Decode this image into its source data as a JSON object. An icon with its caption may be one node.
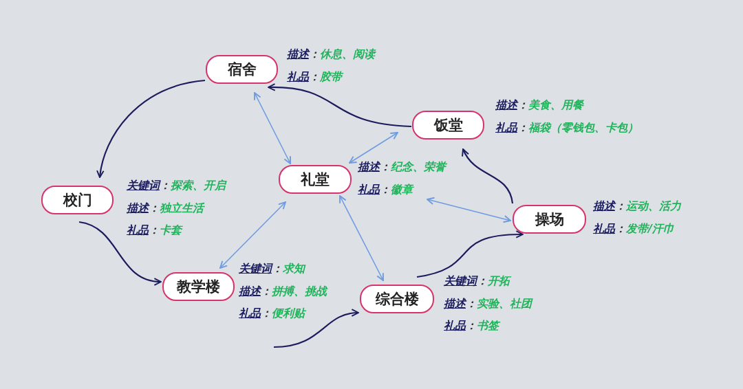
{
  "diagram": {
    "nodes": [
      {
        "text": [
          "宿舍"
        ],
        "beside": [
          "描述：休息、阅读",
          "礼品：胶带"
        ]
      },
      {
        "text": [
          "饭堂"
        ],
        "beside": [
          "描述：美食、用餐",
          "礼品：福袋（零钱包、卡包）"
        ]
      },
      {
        "text": [
          "校门"
        ],
        "beside": [
          "关键词：探索、开启",
          "描述：独立生活",
          "礼品：卡套"
        ]
      },
      {
        "text": [
          "礼堂"
        ],
        "beside": [
          "描述：纪念、荣誉",
          "礼品：徽章"
        ]
      },
      {
        "text": [
          "操场"
        ],
        "beside": [
          "描述：运动、活力",
          "礼品：发带/汗巾"
        ]
      },
      {
        "text": [
          "教学楼"
        ],
        "beside": [
          "关键词：求知",
          "描述：拼搏、挑战",
          "礼品：便利贴"
        ]
      },
      {
        "text": [
          "综合楼"
        ],
        "beside": [
          "关键词：开拓",
          "描述：实验、社团",
          "礼品：书签"
        ]
      }
    ],
    "edges": [
      {
        "from": 0,
        "to": 2,
        "arrow": "to"
      },
      {
        "from": 2,
        "to": 5,
        "arrow": "to"
      },
      {
        "from": null,
        "to": 6,
        "arrow": "to"
      },
      {
        "from": 6,
        "to": 4,
        "arrow": "to"
      },
      {
        "from": 4,
        "to": 1,
        "arrow": "to"
      },
      {
        "from": 1,
        "to": 0,
        "arrow": "to"
      },
      {
        "from": 0,
        "to": 3,
        "arrow": "both",
        "color": "#6f9be0"
      },
      {
        "from": 1,
        "to": 3,
        "arrow": "both",
        "color": "#6f9be0"
      },
      {
        "from": 3,
        "to": 5,
        "arrow": "both",
        "color": "#6f9be0"
      },
      {
        "from": 3,
        "to": 6,
        "arrow": "both",
        "color": "#6f9be0"
      },
      {
        "from": 3,
        "to": 4,
        "arrow": "both",
        "color": "#6f9be0"
      }
    ]
  }
}
